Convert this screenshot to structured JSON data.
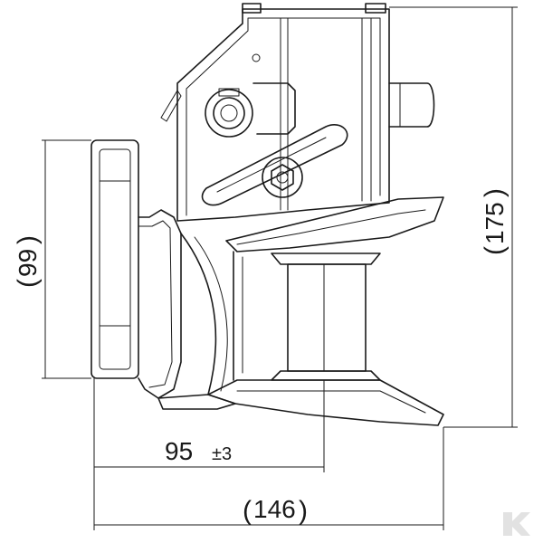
{
  "dimensions": {
    "d95_value": "95",
    "d95_tolerance": "±3",
    "d146_value": "146",
    "d175_value": "175",
    "d99_value": "99"
  },
  "icons": {
    "watermark": "k-logo-icon"
  }
}
